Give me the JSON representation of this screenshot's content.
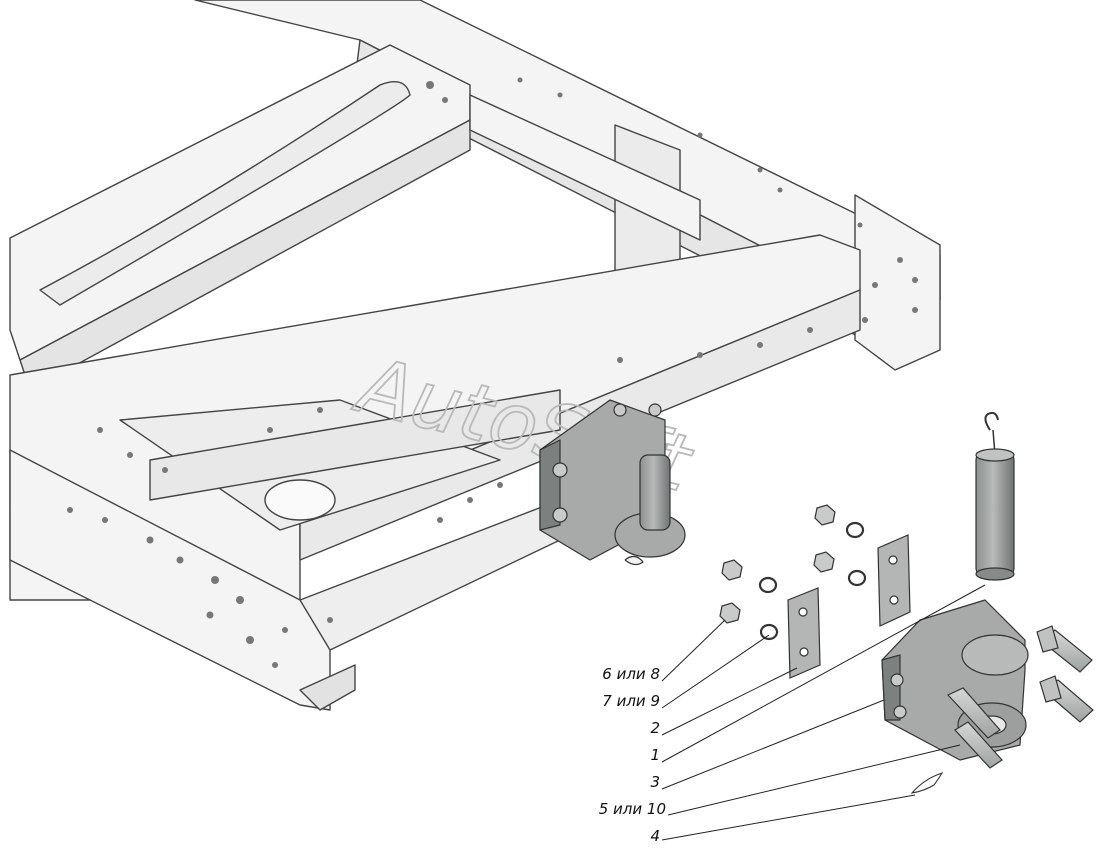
{
  "watermark": {
    "text": "AutoSoft"
  },
  "callouts": [
    {
      "id": "c1",
      "label": "6 или 8"
    },
    {
      "id": "c2",
      "label": "7 или 9"
    },
    {
      "id": "c3",
      "label": "2"
    },
    {
      "id": "c4",
      "label": "1"
    },
    {
      "id": "c5",
      "label": "3"
    },
    {
      "id": "c6",
      "label": "5 или 10"
    },
    {
      "id": "c7",
      "label": "4"
    }
  ],
  "colors": {
    "frame_fill": "#f4f4f4",
    "frame_stroke": "#444444",
    "part_fill": "#a7aaa9",
    "part_dark": "#7c807f",
    "leader": "#222222",
    "watermark": "#b9b9b9"
  }
}
